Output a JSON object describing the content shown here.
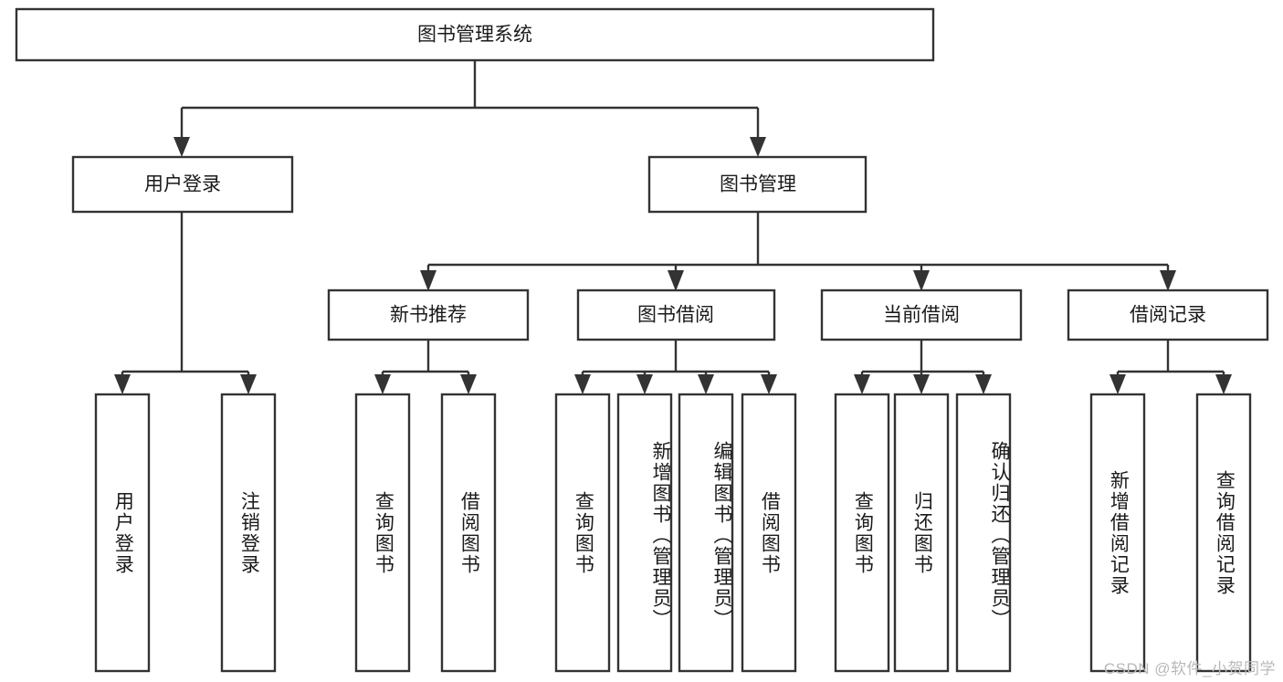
{
  "diagram": {
    "type": "hierarchy-tree",
    "title": "图书管理系统",
    "root": {
      "label": "图书管理系统",
      "name": "node-root-system"
    },
    "level2": [
      {
        "label": "用户登录",
        "name": "node-user-login"
      },
      {
        "label": "图书管理",
        "name": "node-book-management"
      }
    ],
    "level3": [
      {
        "label": "新书推荐",
        "name": "node-new-book-recommend"
      },
      {
        "label": "图书借阅",
        "name": "node-book-borrow"
      },
      {
        "label": "当前借阅",
        "name": "node-current-borrow"
      },
      {
        "label": "借阅记录",
        "name": "node-borrow-record"
      }
    ],
    "leaves": {
      "user_login": [
        {
          "label": "用户登录",
          "name": "leaf-user-login"
        },
        {
          "label": "注销登录",
          "name": "leaf-logout"
        }
      ],
      "new_book_recommend": [
        {
          "label": "查询图书",
          "name": "leaf-query-book-1"
        },
        {
          "label": "借阅图书",
          "name": "leaf-borrow-book-1"
        }
      ],
      "book_borrow": [
        {
          "label": "查询图书",
          "name": "leaf-query-book-2"
        },
        {
          "label": "新增图书（管理员）",
          "name": "leaf-add-book-admin"
        },
        {
          "label": "编辑图书（管理员）",
          "name": "leaf-edit-book-admin"
        },
        {
          "label": "借阅图书",
          "name": "leaf-borrow-book-2"
        }
      ],
      "current_borrow": [
        {
          "label": "查询图书",
          "name": "leaf-query-book-3"
        },
        {
          "label": "归还图书",
          "name": "leaf-return-book"
        },
        {
          "label": "确认归还（管理员）",
          "name": "leaf-confirm-return-admin"
        }
      ],
      "borrow_record": [
        {
          "label": "新增借阅记录",
          "name": "leaf-add-borrow-record"
        },
        {
          "label": "查询借阅记录",
          "name": "leaf-query-borrow-record"
        }
      ]
    }
  },
  "watermark": {
    "text": "CSDN @软件_小贺同学"
  },
  "colors": {
    "stroke": "#333333",
    "box_fill": "#ffffff",
    "text": "#1a1a1a",
    "background": "#ffffff",
    "watermark": "#b9b9b9"
  }
}
